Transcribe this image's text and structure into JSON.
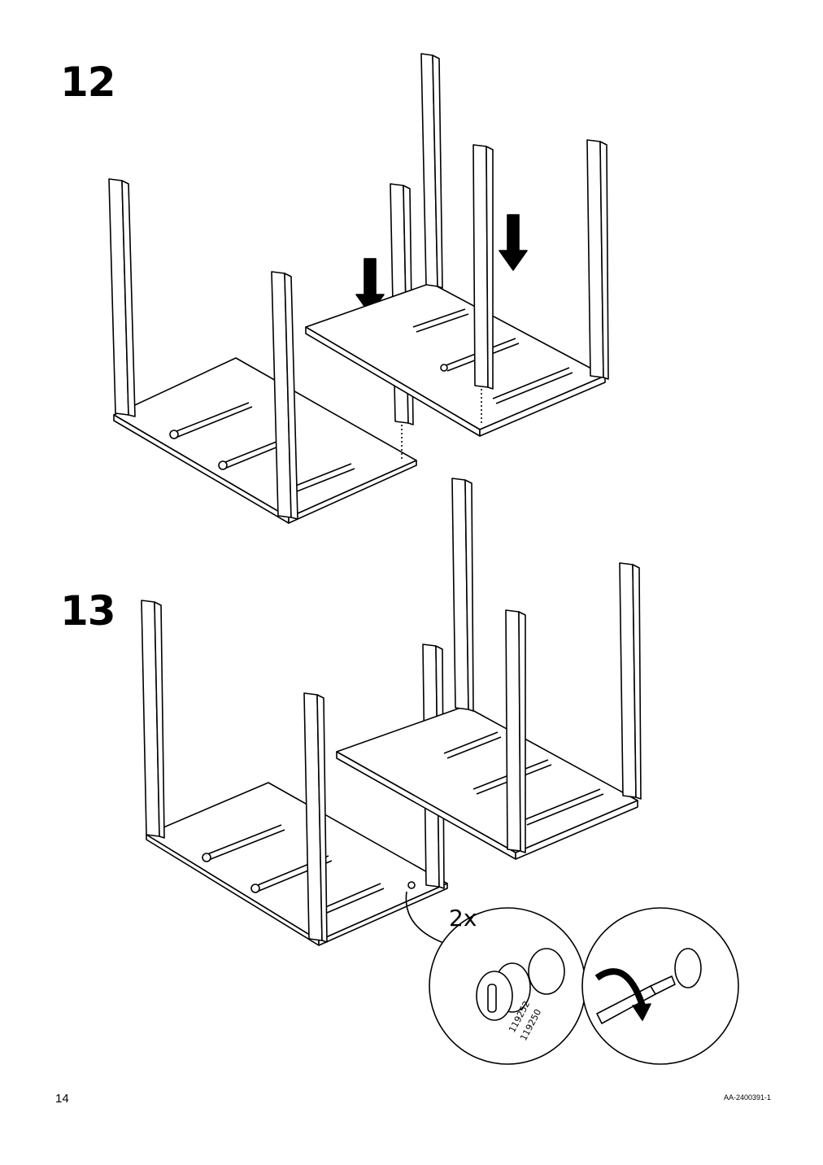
{
  "steps": [
    {
      "number": "12"
    },
    {
      "number": "13"
    }
  ],
  "detail": {
    "quantity": "2x",
    "part_numbers": [
      "119252",
      "119250"
    ]
  },
  "footer": {
    "page_number": "14",
    "document_code": "AA-2400391-1"
  },
  "colors": {
    "line": "#000000",
    "fill": "#ffffff"
  }
}
